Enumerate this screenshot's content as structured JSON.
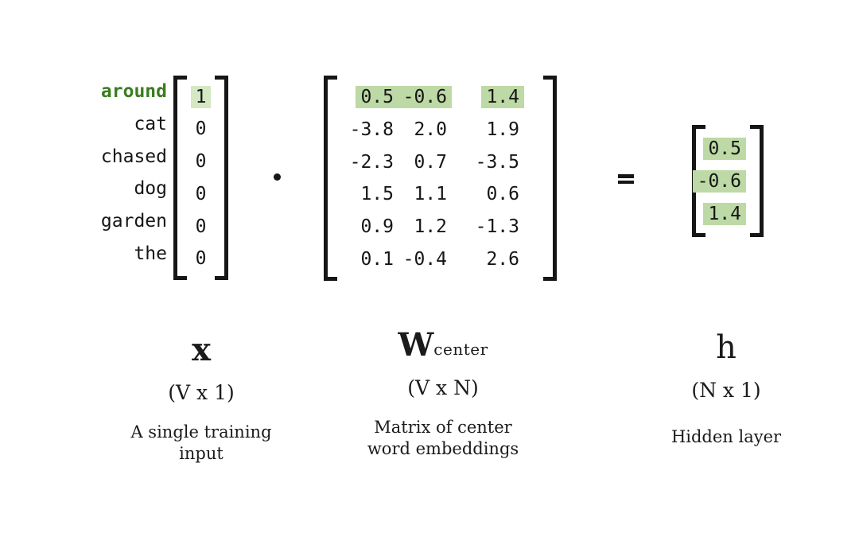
{
  "colors": {
    "ink": "#161616",
    "active_word_green": "#3a7d1f",
    "highlight_green": "#bdd9a5",
    "highlight_green_light": "#d4e8c3"
  },
  "input_vector": {
    "words": [
      "around",
      "cat",
      "chased",
      "dog",
      "garden",
      "the"
    ],
    "active_word": "around",
    "values": [
      "1",
      "0",
      "0",
      "0",
      "0",
      "0"
    ],
    "highlighted_row": 0
  },
  "operators": {
    "multiply": "·",
    "equals": "="
  },
  "matrix": {
    "rows": [
      [
        "0.5",
        "-0.6",
        "1.4"
      ],
      [
        "-3.8",
        "2.0",
        "1.9"
      ],
      [
        "-2.3",
        "0.7",
        "-3.5"
      ],
      [
        "1.5",
        "1.1",
        "0.6"
      ],
      [
        "0.9",
        "1.2",
        "-1.3"
      ],
      [
        "0.1",
        "-0.4",
        "2.6"
      ]
    ],
    "highlighted_row": 0
  },
  "result_vector": {
    "values": [
      "0.5",
      "-0.6",
      "1.4"
    ],
    "all_highlighted": true
  },
  "labels": {
    "x": {
      "symbol": "x",
      "dims": "(V x 1)",
      "desc": "A single training\ninput"
    },
    "w": {
      "symbol": "W",
      "subscript": "center",
      "dims": "(V x N)",
      "desc": "Matrix of center\nword embeddings"
    },
    "h": {
      "symbol": "h",
      "dims": "(N x 1)",
      "desc": "Hidden layer"
    }
  }
}
